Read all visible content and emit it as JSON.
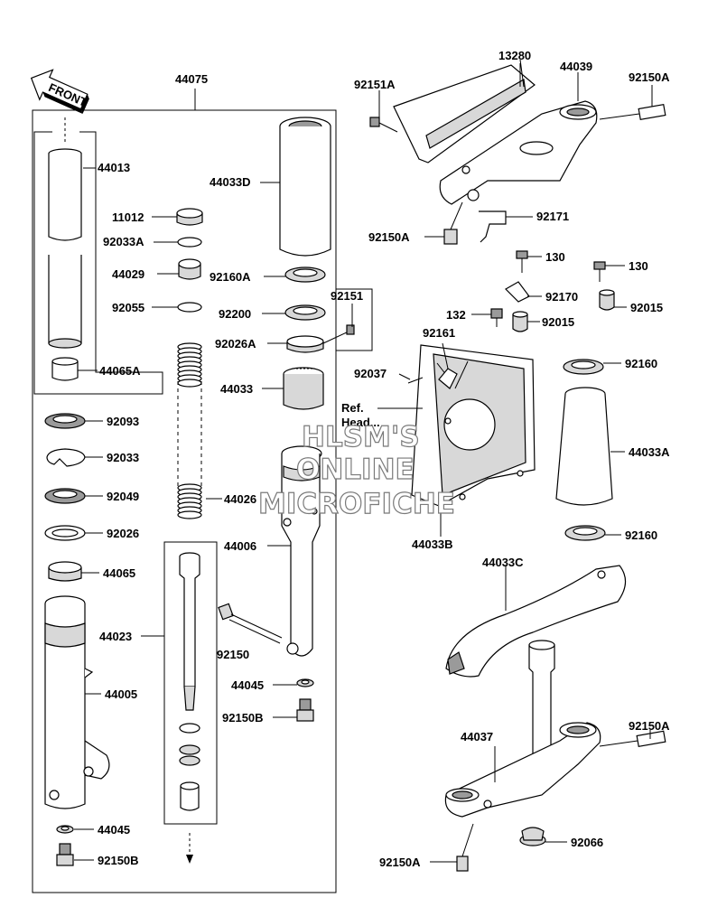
{
  "front_arrow": {
    "label": "FRONT"
  },
  "labels": {
    "l44075": "44075",
    "l44013": "44013",
    "l44033D": "44033D",
    "l11012": "11012",
    "l92033A": "92033A",
    "l44029": "44029",
    "l92160A": "92160A",
    "l92055": "92055",
    "l92200": "92200",
    "l92151": "92151",
    "l92026A": "92026A",
    "l44065A": "44065A",
    "l44033": "44033",
    "l92093": "92093",
    "l92033": "92033",
    "l92049": "92049",
    "l44026": "44026",
    "l92026": "92026",
    "l44006": "44006",
    "l44065": "44065",
    "l44023": "44023",
    "l92150": "92150",
    "l44005": "44005",
    "l44045a": "44045",
    "l92150Ba": "92150B",
    "l44045b": "44045",
    "l92150Bb": "92150B",
    "l13280": "13280",
    "l44039": "44039",
    "l92150Aa": "92150A",
    "l92151A": "92151A",
    "l92171": "92171",
    "l92150Ab": "92150A",
    "l130a": "130",
    "l130b": "130",
    "l92170": "92170",
    "l132": "132",
    "l92015a": "92015",
    "l92015b": "92015",
    "l92161": "92161",
    "l92160a": "92160",
    "l92037": "92037",
    "l44033A": "44033A",
    "l44033B": "44033B",
    "l92160b": "92160",
    "l44033C": "44033C",
    "l92150Ac": "92150A",
    "l44037": "44037",
    "l92066": "92066",
    "l92150Ad": "92150A",
    "ref_line1": "Ref.",
    "ref_line2": "Head..."
  },
  "watermark": {
    "line1": "HLSM'S",
    "line2": "ONLINE",
    "line3": "MICROFICHE"
  }
}
